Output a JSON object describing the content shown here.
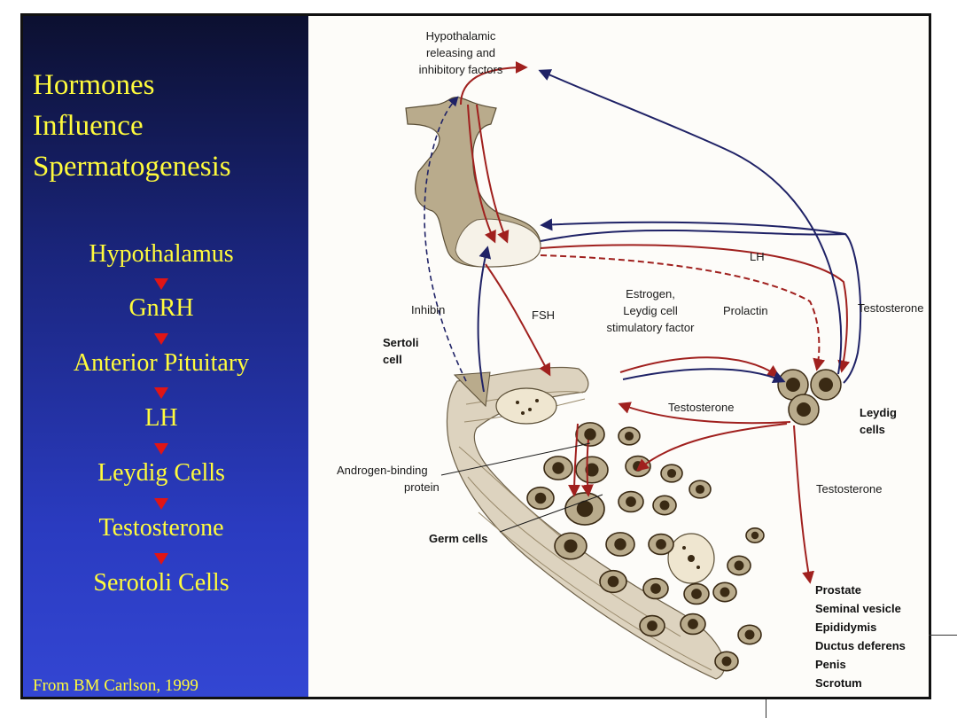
{
  "left_panel": {
    "title_lines": [
      "Hormones",
      "Influence",
      "Spermatogenesis"
    ],
    "flow": [
      "Hypothalamus",
      "GnRH",
      "Anterior Pituitary",
      "LH",
      "Leydig Cells",
      "Testosterone",
      "Serotoli Cells"
    ],
    "credit": "From BM Carlson, 1999"
  },
  "diagram": {
    "hypothalamic_factors": [
      "Hypothalamic",
      "releasing and",
      "inhibitory factors"
    ],
    "lh": "LH",
    "inhibin": "Inhibin",
    "fsh": "FSH",
    "estrogen_label": [
      "Estrogen,",
      "Leydig cell",
      "stimulatory factor"
    ],
    "prolactin": "Prolactin",
    "testosterone_top": "Testosterone",
    "sertoli_cell": [
      "Sertoli",
      "cell"
    ],
    "testosterone_mid": "Testosterone",
    "leydig_cells": [
      "Leydig",
      "cells"
    ],
    "androgen_binding": [
      "Androgen-binding",
      "protein"
    ],
    "testosterone_low": "Testosterone",
    "germ_cells": "Germ cells",
    "targets": [
      "Prostate",
      "Seminal vesicle",
      "Epididymis",
      "Ductus deferens",
      "Penis",
      "Scrotum"
    ]
  },
  "colors": {
    "title_yellow": "#fffb3c",
    "flow_arrow_red": "#e01515",
    "pathway_red": "#a0201e",
    "pathway_navy": "#1f2266",
    "tissue_tan": "#b7a98c",
    "nucleus_dark": "#3a2a14"
  }
}
